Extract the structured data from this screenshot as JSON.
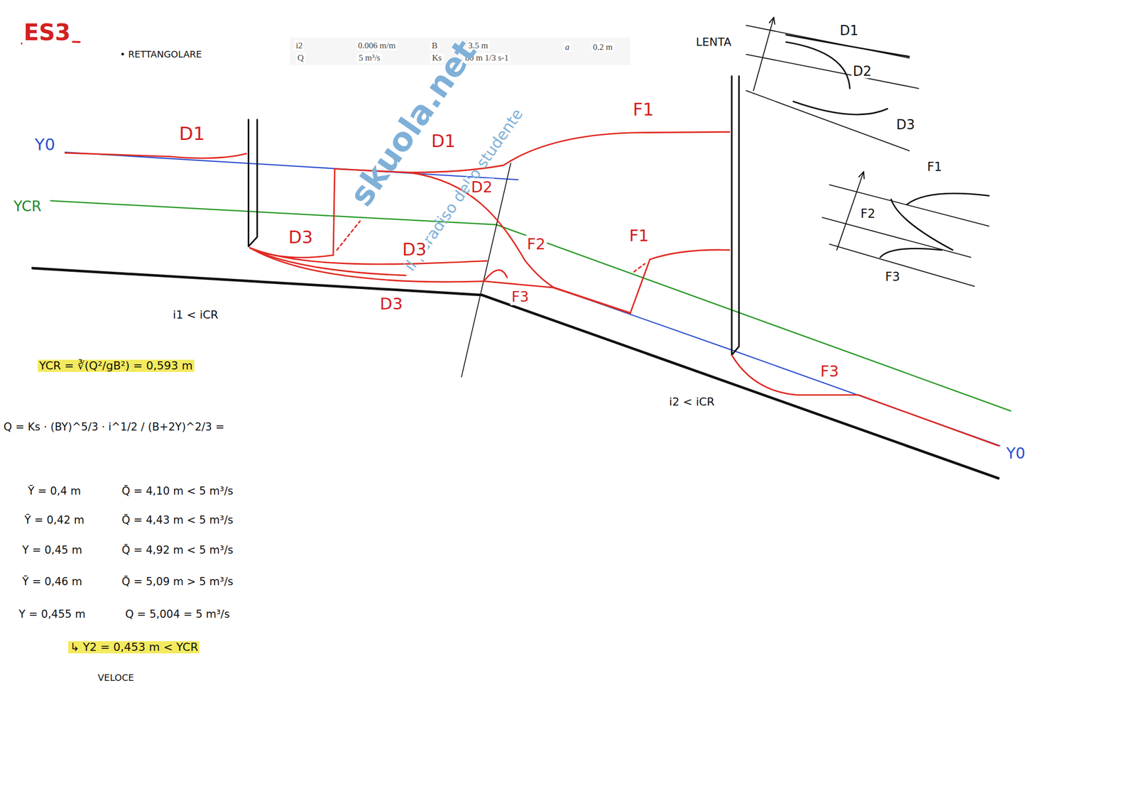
{
  "diagram": {
    "title": "ES3",
    "labels": [
      "• RETTANGOLARE",
      "i2",
      "0.006 m/m",
      "B",
      "3.5 m",
      "a",
      "0.2 m",
      "Q",
      "5 m³/s",
      "Ks",
      "80 m 1/3 s-1",
      "skuola.net",
      "il paradiso dello studente",
      "Y0",
      "YCR",
      "D1",
      "D3",
      "D1",
      "D2",
      "D3",
      "D3",
      "F2",
      "F3",
      "F1",
      "F1",
      "F3",
      "Y0",
      "LENTA",
      "D1",
      "D2",
      "D3",
      "F1",
      "F2",
      "F3",
      "i1 < iCR",
      "i2 < iCR",
      "YCR = ∛(Q²/gB²) = 0,593 m",
      "Q = Ks · (BY)^5/3 · i^1/2 / (B+2Y)^2/3 =",
      "Ȳ = 0,4 m",
      "Q̄ = 4,10 m < 5 m³/s",
      "Ȳ = 0,42 m",
      "Q̄ = 4,43 m < 5 m³/s",
      "Y = 0,45 m",
      "Q̄ = 4,92 m < 5 m³/s",
      "Ȳ = 0,46 m",
      "Q̄ = 5,09 m > 5 m³/s",
      "Y = 0,455 m",
      "Q = 5,004 = 5 m³/s",
      "↳ Y2 = 0,453 m < YCR",
      "VELOCE"
    ]
  }
}
